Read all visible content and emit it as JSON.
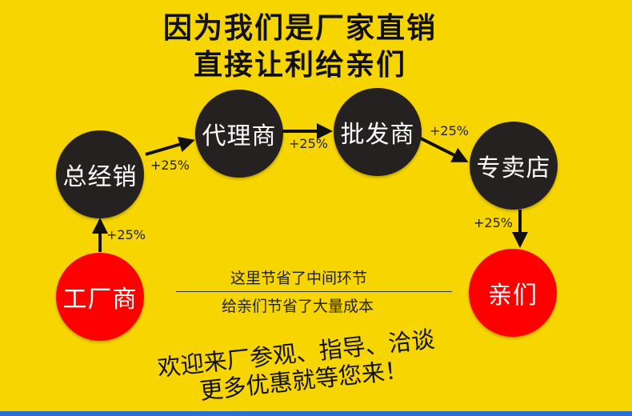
{
  "headline": {
    "line1": "因为我们是厂家直销",
    "line2": "直接让利给亲们"
  },
  "nodes": {
    "factory": "工厂商",
    "general_distributor": "总经销",
    "agent": "代理商",
    "wholesaler": "批发商",
    "store": "专卖店",
    "customers": "亲们"
  },
  "markups": {
    "factory_to_general": "+25%",
    "general_to_agent": "+25%",
    "agent_to_wholesaler": "+25%",
    "wholesaler_to_store": "+25%",
    "store_to_customers": "+25%"
  },
  "middle": {
    "top": "这里节省了中间环节",
    "bottom": "给亲们节省了大量成本"
  },
  "slogan": {
    "line1": "欢迎来厂参观、指导、洽谈",
    "line2": "更多优惠就等您来！"
  },
  "colors": {
    "background": "#F7D500",
    "dark_node": "#262121",
    "red_node": "#FF0000",
    "bottom_bar": "#2A6FD6"
  }
}
